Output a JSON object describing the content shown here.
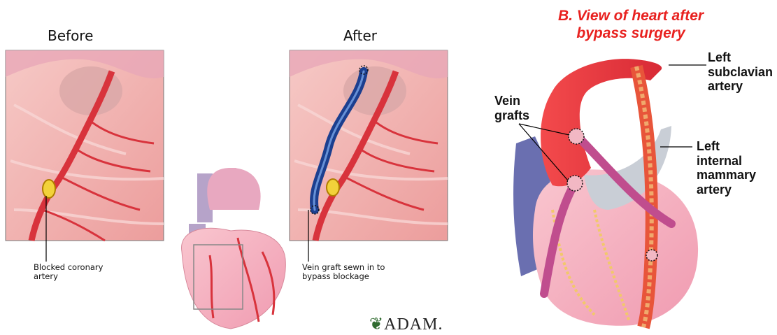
{
  "left_figure": {
    "before_title": "Before",
    "after_title": "After",
    "before_caption": "Blocked coronary\nartery",
    "after_caption": "Vein graft sewn in to\nbypass blockage",
    "logo": "ADAM."
  },
  "right_figure": {
    "title": "B. View of heart after\nbypass surgery",
    "labels": {
      "vein_grafts": "Vein\ngrafts",
      "left_subclavian": "Left\nsubclavian\nartery",
      "left_internal_mammary": "Left\ninternal\nmammary\nartery"
    }
  },
  "colors": {
    "title_red": "#e8211f",
    "tissue_pink": "#f2b0ae",
    "artery_red": "#d8333c",
    "graft_blue": "#1c3f8f",
    "aorta_red": "#e8313a",
    "graft_magenta": "#c04d8e"
  }
}
